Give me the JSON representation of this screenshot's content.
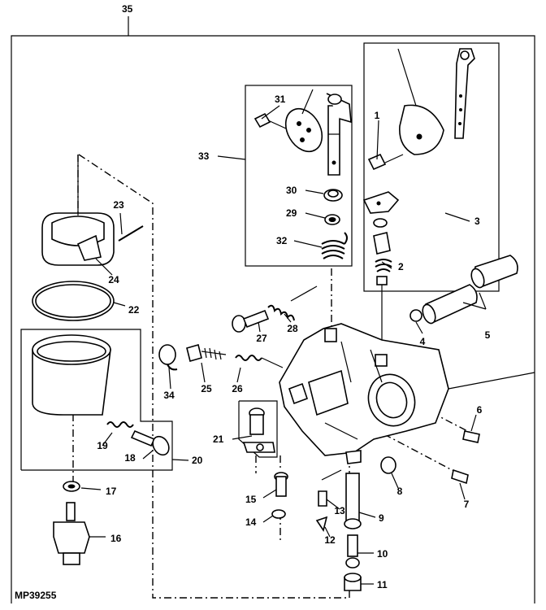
{
  "figure_id": "MP39255",
  "callouts": [
    "1",
    "2",
    "3",
    "4",
    "5",
    "6",
    "7",
    "8",
    "9",
    "10",
    "11",
    "12",
    "13",
    "14",
    "15",
    "16",
    "17",
    "18",
    "19",
    "20",
    "21",
    "22",
    "23",
    "24",
    "25",
    "26",
    "27",
    "28",
    "29",
    "30",
    "31",
    "32",
    "33",
    "34",
    "35"
  ]
}
